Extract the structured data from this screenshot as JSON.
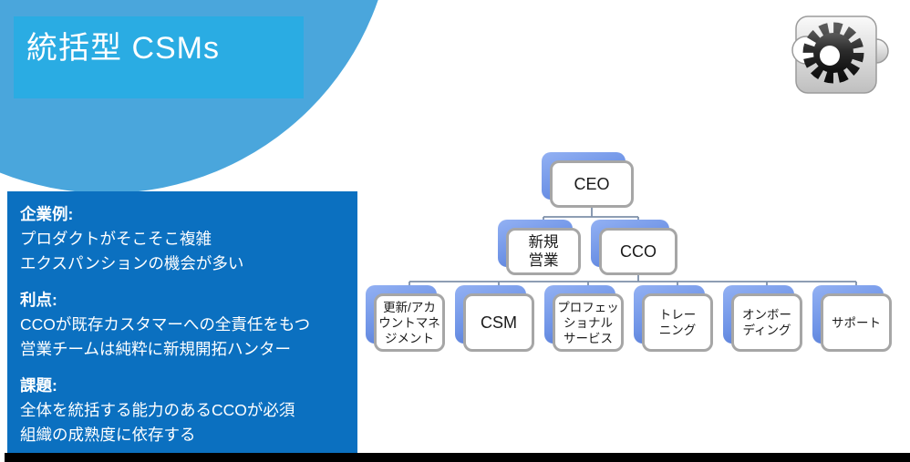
{
  "title": {
    "text": "統括型 CSMs"
  },
  "info_box": {
    "sections": [
      {
        "heading": "企業例:",
        "body": "プロダクトがそこそこ複雑\nエクスパンションの機会が多い"
      },
      {
        "heading": "利点:",
        "body": "CCOが既存カスタマーへの全責任をもつ\n営業チームは純粋に新規開拓ハンター"
      },
      {
        "heading": "課題:",
        "body": "全体を統括する能力のあるCCOが必須\n組織の成熟度に依存する"
      }
    ]
  },
  "org_chart": {
    "nodes": [
      {
        "id": "ceo",
        "label": "CEO"
      },
      {
        "id": "new-sales",
        "label": "新規\n営業"
      },
      {
        "id": "cco",
        "label": "CCO"
      },
      {
        "id": "renewal-account-management",
        "label": "更新/アカ\nウントマネ\nジメント"
      },
      {
        "id": "csm",
        "label": "CSM"
      },
      {
        "id": "professional-services",
        "label": "プロフェッ\nショナル\nサービス"
      },
      {
        "id": "training",
        "label": "トレー\nニング"
      },
      {
        "id": "onboarding",
        "label": "オンボー\nディング"
      },
      {
        "id": "support",
        "label": "サポート"
      }
    ]
  },
  "icon": {
    "name": "puzzle-gear-icon"
  },
  "colors": {
    "title_bg": "#2AACE3",
    "circle": "#4AA6DC",
    "info_bg": "#0B70C0",
    "card_border": "#A6A6A6",
    "card_shadow_top": "#93B1F3",
    "card_shadow_bottom": "#4E72CC",
    "connector": "#7E90AA",
    "bottom_bar": "#000000",
    "title_text": "#FFFFFF",
    "info_text": "#FFFFFF"
  }
}
